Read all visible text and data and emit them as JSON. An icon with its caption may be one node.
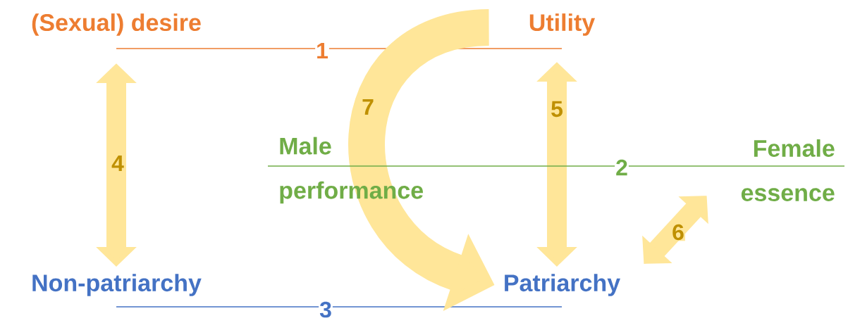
{
  "diagram": {
    "nodes": [
      {
        "text": [
          "(Sexual) desire"
        ]
      },
      {
        "text": [
          "Utility"
        ]
      },
      {
        "text": [
          "Male performance"
        ]
      },
      {
        "text": [
          "Female essence"
        ]
      },
      {
        "text": [
          "Non-patriarchy"
        ]
      },
      {
        "text": [
          "Patriarchy"
        ]
      }
    ],
    "edges": [
      {
        "from": 0,
        "to": 1,
        "arrow": "none",
        "label": "1",
        "color": "#ed7d31"
      },
      {
        "from": 2,
        "to": 3,
        "arrow": "none",
        "label": "2",
        "color": "#70ad47"
      },
      {
        "from": 4,
        "to": 5,
        "arrow": "none",
        "label": "3",
        "color": "#4472c4"
      },
      {
        "from": 0,
        "to": 4,
        "arrow": "both",
        "label": "4",
        "color": "#ffe699"
      },
      {
        "from": 1,
        "to": 5,
        "arrow": "both",
        "label": "5",
        "color": "#ffe699"
      },
      {
        "from": 5,
        "to": 3,
        "arrow": "both",
        "label": "6",
        "color": "#ffe699"
      },
      {
        "from": 1,
        "to": 5,
        "arrow": "to",
        "label": "7",
        "style": "thick",
        "color": "#ffe699"
      }
    ]
  }
}
